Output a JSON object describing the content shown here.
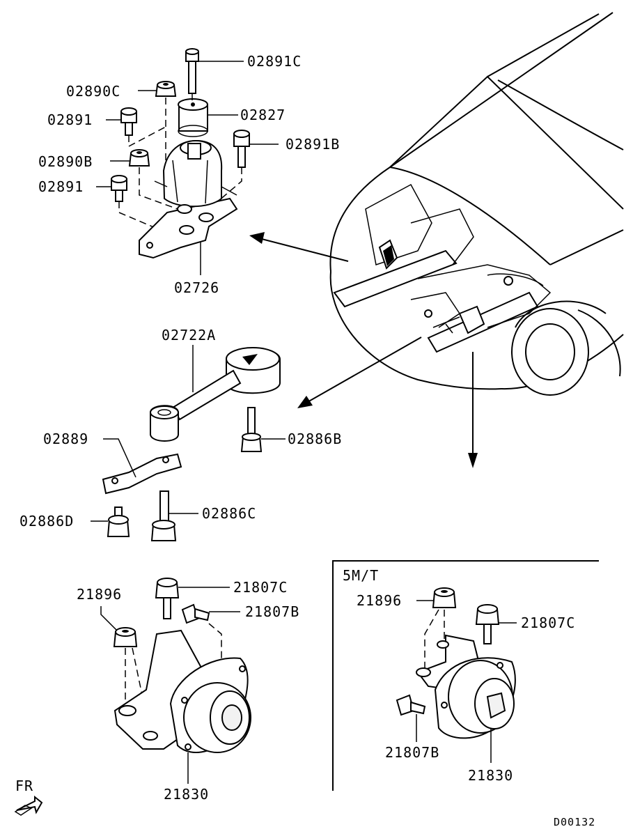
{
  "labels": {
    "p02891C": "02891C",
    "p02890C": "02890C",
    "p02827": "02827",
    "p02891_top": "02891",
    "p02891B": "02891B",
    "p02890B": "02890B",
    "p02891_mid": "02891",
    "p02726": "02726",
    "p02722A": "02722A",
    "p02889": "02889",
    "p02886B": "02886B",
    "p02886D": "02886D",
    "p02886C": "02886C",
    "p21896_left": "21896",
    "p21807C_left": "21807C",
    "p21807B_left": "21807B",
    "p21830_left": "21830",
    "p21896_right": "21896",
    "p21807C_right": "21807C",
    "p21807B_right": "21807B",
    "p21830_right": "21830"
  },
  "inset_title": "5M/T",
  "direction_label": "FR",
  "diagram_code": "D00132"
}
